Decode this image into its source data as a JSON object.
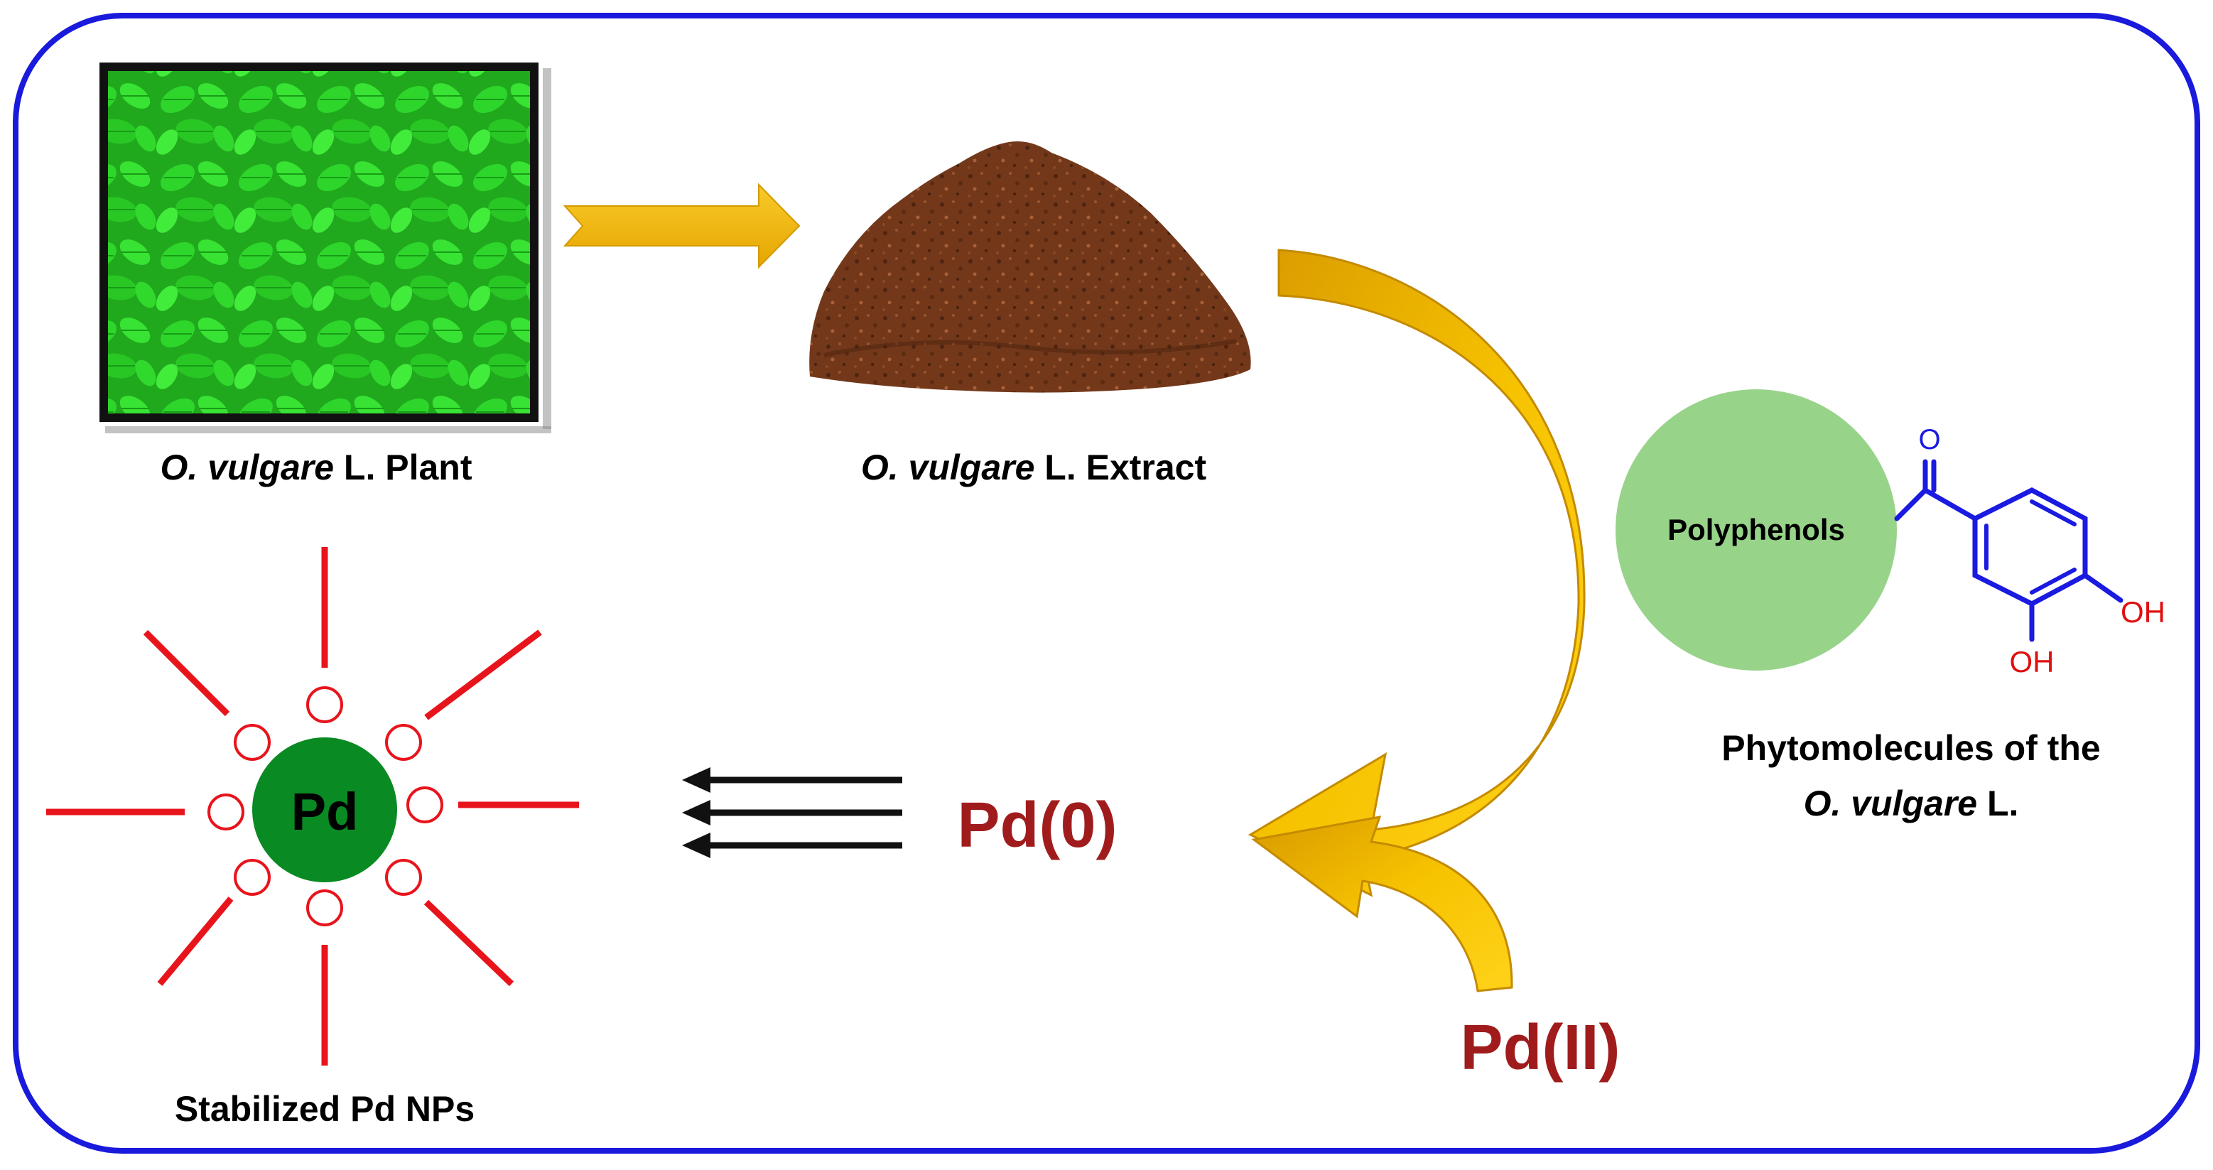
{
  "plant": {
    "name_italic": "O. vulgare",
    "name_rest": " L. Plant"
  },
  "extract": {
    "name_italic": "O. vulgare",
    "name_rest": " L. Extract"
  },
  "polyphenols": {
    "circle_label": "Polyphenols",
    "carbonyl_atom": "O",
    "oh_top": "OH",
    "oh_bottom": "OH",
    "caption_line1": "Phytomolecules of the",
    "caption_line2_italic": "O. vulgare",
    "caption_line2_rest": " L."
  },
  "pd0": {
    "label": "Pd(0)"
  },
  "pdII": {
    "label": "Pd(II)"
  },
  "nanoparticle": {
    "core_label": "Pd",
    "caption": "Stabilized Pd NPs"
  },
  "colors": {
    "frame": "#1a1adc",
    "arrow_gold": "#f2b800",
    "pd_red": "#a01c1c",
    "core_green": "#0a8a22",
    "polyphenol_green": "#98d38a",
    "ligand_red": "#e8141c",
    "bond_blue": "#1a1ae0",
    "oh_red": "#e01010",
    "powder_brown": "#6e3614"
  }
}
